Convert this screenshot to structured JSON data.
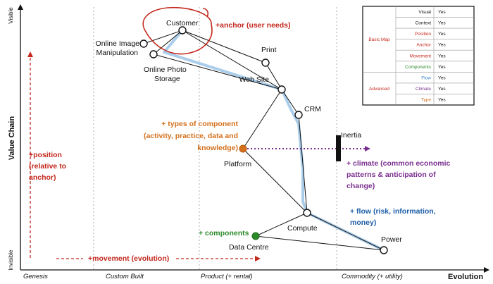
{
  "axes": {
    "y_title": "Value Chain",
    "y_top": "Visible",
    "y_bottom": "Invisible",
    "x_title": "Evolution",
    "stages": [
      "Genesis",
      "Custom Built",
      "Product (+ rental)",
      "Commodity (+ utility)"
    ]
  },
  "components": {
    "customer": "Customer",
    "online_image_1": "Online Image",
    "online_image_2": "Manipulation",
    "online_photo_1": "Online Photo",
    "online_photo_2": "Storage",
    "print": "Print",
    "web_site": "Web Site",
    "crm": "CRM",
    "platform": "Platform",
    "compute": "Compute",
    "data_centre": "Data Centre",
    "power": "Power",
    "inertia": "Inertia"
  },
  "annotations": {
    "anchor": "+anchor (user needs)",
    "types_1": "+ types of component",
    "types_2": "(activity, practice, data and",
    "types_3": "knowledge)",
    "climate_1": "+ climate (common economic",
    "climate_2": "patterns & anticipation of",
    "climate_3": "change)",
    "flow_1": "+ flow (risk, information,",
    "flow_2": "money)",
    "components": "+ components",
    "position_1": "+position",
    "position_2": "(relative to",
    "position_3": "anchor)",
    "movement": "+movement (evolution)"
  },
  "legend": {
    "groups": [
      {
        "name": "Basic Map",
        "color": "#c4271c"
      },
      {
        "name": "Advanced",
        "color": "#c4271c"
      }
    ],
    "rows": [
      {
        "label": "Visual",
        "value": "Yes",
        "color": "#111111"
      },
      {
        "label": "Context",
        "value": "Yes",
        "color": "#111111"
      },
      {
        "label": "Position",
        "value": "Yes",
        "color": "#c4271c"
      },
      {
        "label": "Anchor",
        "value": "Yes",
        "color": "#c4271c"
      },
      {
        "label": "Movement",
        "value": "Yes",
        "color": "#c4271c"
      },
      {
        "label": "Components",
        "value": "Yes",
        "color": "#2a8a2a"
      },
      {
        "label": "Flow",
        "value": "Yes",
        "color": "#3a86c8"
      },
      {
        "label": "Climate",
        "value": "Yes",
        "color": "#7a2f8f"
      },
      {
        "label": "Type",
        "value": "Yes",
        "color": "#d4701c"
      }
    ]
  },
  "colors": {
    "red": "#c4271c",
    "orange": "#d4701c",
    "purple": "#7a2f8f",
    "blue": "#1f5fa8",
    "green": "#2a8a2a",
    "flow_line": "#a9cdea"
  }
}
